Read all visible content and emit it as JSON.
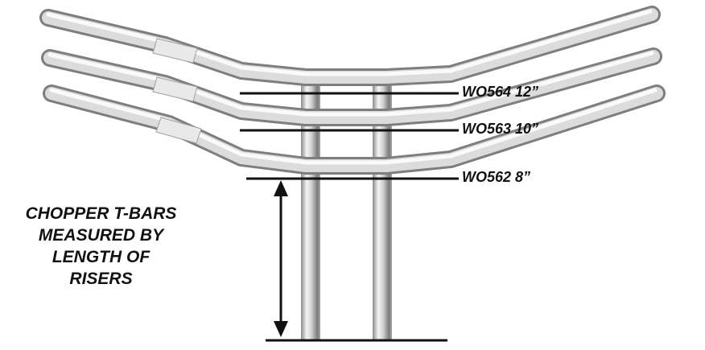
{
  "colors": {
    "chrome_light": "#f4f4f4",
    "chrome_mid": "#c8c8c8",
    "chrome_dark": "#8a8a8a",
    "ink": "#111111",
    "background": "#ffffff"
  },
  "caption": {
    "lines": [
      "CHOPPER T-BARS",
      "MEASURED BY",
      "LENGTH OF",
      "RISERS"
    ]
  },
  "models": [
    {
      "code": "WO564",
      "size": "12”",
      "label": "WO564 12”"
    },
    {
      "code": "WO563",
      "size": "10”",
      "label": "WO563 10”"
    },
    {
      "code": "WO562",
      "size": "8”",
      "label": "WO562 8”"
    }
  ]
}
